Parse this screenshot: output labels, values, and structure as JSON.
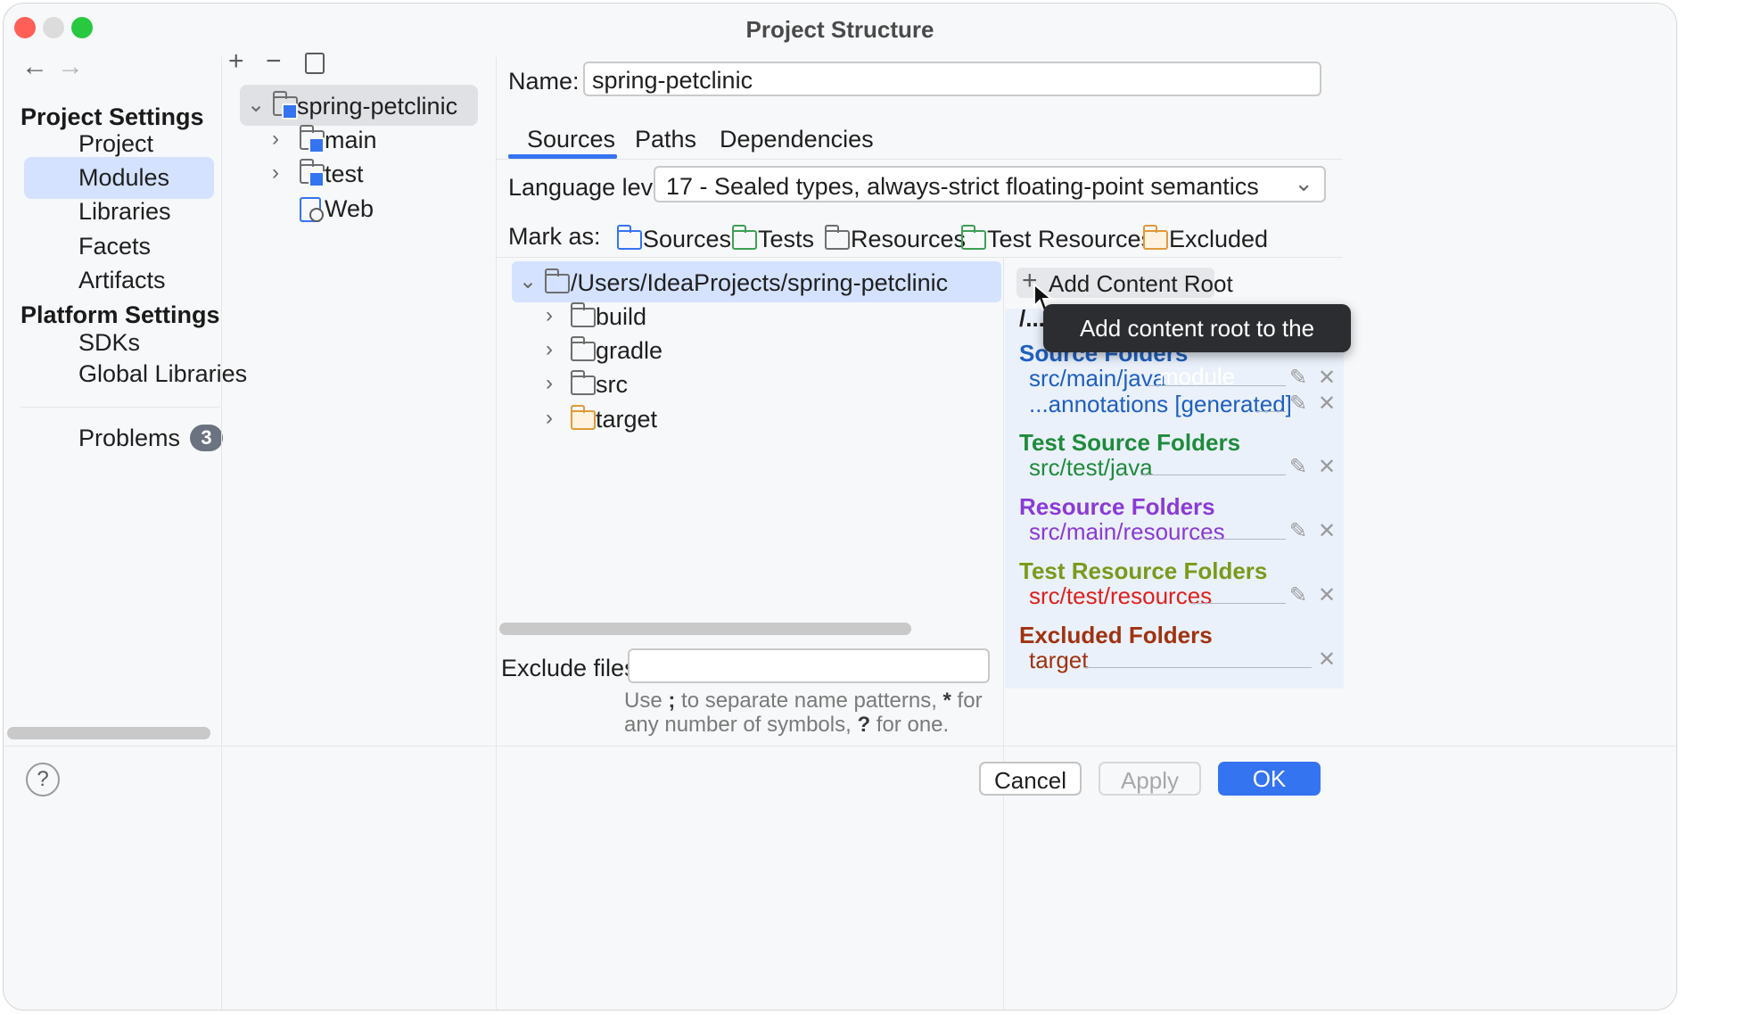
{
  "window": {
    "title": "Project Structure",
    "traffic_colors": [
      "#ff5f57",
      "#dcdcdc",
      "#28c840"
    ]
  },
  "nav": {
    "back": "←",
    "forward": "→",
    "project_settings_heading": "Project Settings",
    "project_items": [
      "Project",
      "Modules",
      "Libraries",
      "Facets",
      "Artifacts"
    ],
    "selected": "Modules",
    "platform_settings_heading": "Platform Settings",
    "platform_items": [
      "SDKs",
      "Global Libraries"
    ],
    "problems_label": "Problems",
    "problems_count": "3"
  },
  "module_tree": {
    "toolbar": {
      "add": "+",
      "remove": "−",
      "copy": "copy-icon"
    },
    "root": "spring-petclinic",
    "children": [
      "main",
      "test",
      "Web"
    ]
  },
  "module": {
    "name_label": "Name:",
    "name_value": "spring-petclinic",
    "tabs": [
      "Sources",
      "Paths",
      "Dependencies"
    ],
    "active_tab": "Sources",
    "language_level_label": "Language level:",
    "language_level_value": "17 - Sealed types, always-strict floating-point semantics",
    "mark_as_label": "Mark as:",
    "mark_as": [
      "Sources",
      "Tests",
      "Resources",
      "Test Resources",
      "Excluded"
    ]
  },
  "content_tree": {
    "root_path": "/Users/IdeaProjects/spring-petclinic",
    "children": [
      "build",
      "gradle",
      "src",
      "target"
    ]
  },
  "exclude": {
    "label": "Exclude files:",
    "value": "",
    "hint_line1_a": "Use ",
    "hint_line1_b": ";",
    "hint_line1_c": " to separate name patterns, ",
    "hint_line1_d": "*",
    "hint_line1_e": " for",
    "hint_line2_a": "any number of symbols, ",
    "hint_line2_b": "?",
    "hint_line2_c": " for one."
  },
  "content_root": {
    "add_button": "Add Content Root",
    "root_short": "/...",
    "tooltip": "Add content root to the module",
    "source_title": "Source Folders",
    "source_entries": [
      "src/main/java",
      "...annotations [generated]"
    ],
    "test_source_title": "Test Source Folders",
    "test_source_entries": [
      "src/test/java"
    ],
    "resource_title": "Resource Folders",
    "resource_entries": [
      "src/main/resources"
    ],
    "test_resource_title": "Test Resource Folders",
    "test_resource_entries": [
      "src/test/resources"
    ],
    "excluded_title": "Excluded Folders",
    "excluded_entries": [
      "target"
    ],
    "colors": {
      "source": "#1f5fbf",
      "test_source": "#1f8b3b",
      "resource": "#8a3ad6",
      "test_resource": "#7a9a1a",
      "test_resource_entry": "#e0201a",
      "excluded": "#a0320f"
    }
  },
  "footer": {
    "help": "?",
    "cancel": "Cancel",
    "apply": "Apply",
    "ok": "OK",
    "accent": "#3574f0"
  }
}
